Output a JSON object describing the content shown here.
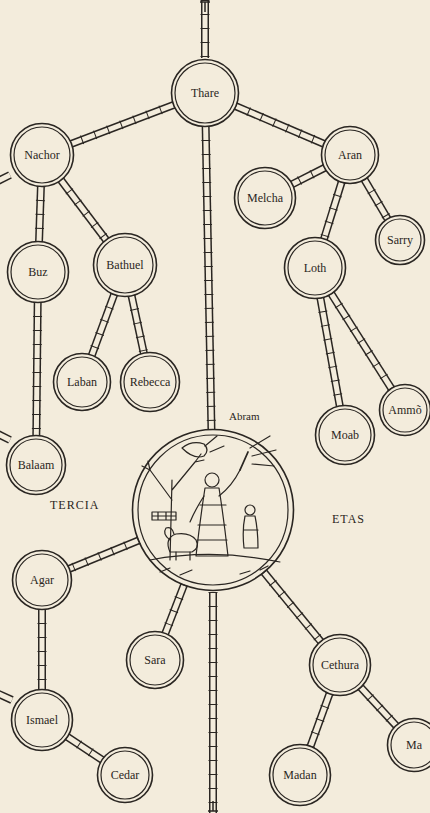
{
  "diagram": {
    "nodes": [
      {
        "text": [
          "Thare"
        ]
      },
      {
        "text": [
          "Nachor"
        ]
      },
      {
        "text": [
          "Aran"
        ]
      },
      {
        "text": [
          "Melcha"
        ]
      },
      {
        "text": [
          "Sarry"
        ]
      },
      {
        "text": [
          "Buz"
        ]
      },
      {
        "text": [
          "Bathuel"
        ]
      },
      {
        "text": [
          "Loth"
        ]
      },
      {
        "text": [
          "Laban"
        ]
      },
      {
        "text": [
          "Rebecca"
        ]
      },
      {
        "text": [
          "Moab"
        ]
      },
      {
        "text": [
          "Ammõ"
        ]
      },
      {
        "text": [
          "Balaam"
        ]
      },
      {
        "text": [
          "Abram"
        ]
      },
      {
        "text": [
          "Agar"
        ]
      },
      {
        "text": [
          "Sara"
        ]
      },
      {
        "text": [
          "Cethura"
        ]
      },
      {
        "text": [
          "Ismael"
        ]
      },
      {
        "text": [
          "Cedar"
        ]
      },
      {
        "text": [
          "Madan"
        ]
      },
      {
        "text": [
          "Ma"
        ]
      }
    ],
    "edges": [
      {
        "from": 0,
        "to": 1,
        "arrow": "none"
      },
      {
        "from": 0,
        "to": 2,
        "arrow": "none"
      },
      {
        "from": 0,
        "to": 13,
        "arrow": "none"
      },
      {
        "from": 1,
        "to": 5,
        "arrow": "none"
      },
      {
        "from": 1,
        "to": 6,
        "arrow": "none"
      },
      {
        "from": 2,
        "to": 3,
        "arrow": "none"
      },
      {
        "from": 2,
        "to": 4,
        "arrow": "none"
      },
      {
        "from": 2,
        "to": 7,
        "arrow": "none"
      },
      {
        "from": 6,
        "to": 8,
        "arrow": "none"
      },
      {
        "from": 6,
        "to": 9,
        "arrow": "none"
      },
      {
        "from": 5,
        "to": 12,
        "arrow": "none"
      },
      {
        "from": 7,
        "to": 10,
        "arrow": "none"
      },
      {
        "from": 7,
        "to": 11,
        "arrow": "none"
      },
      {
        "from": 13,
        "to": 14,
        "arrow": "none"
      },
      {
        "from": 13,
        "to": 15,
        "arrow": "none"
      },
      {
        "from": 13,
        "to": 16,
        "arrow": "none"
      },
      {
        "from": 14,
        "to": 17,
        "arrow": "none"
      },
      {
        "from": 17,
        "to": 18,
        "arrow": "none"
      },
      {
        "from": 16,
        "to": 19,
        "arrow": "none"
      },
      {
        "from": 16,
        "to": 20,
        "arrow": "none"
      }
    ],
    "labels": [
      "TERCIA",
      "ETAS"
    ]
  }
}
